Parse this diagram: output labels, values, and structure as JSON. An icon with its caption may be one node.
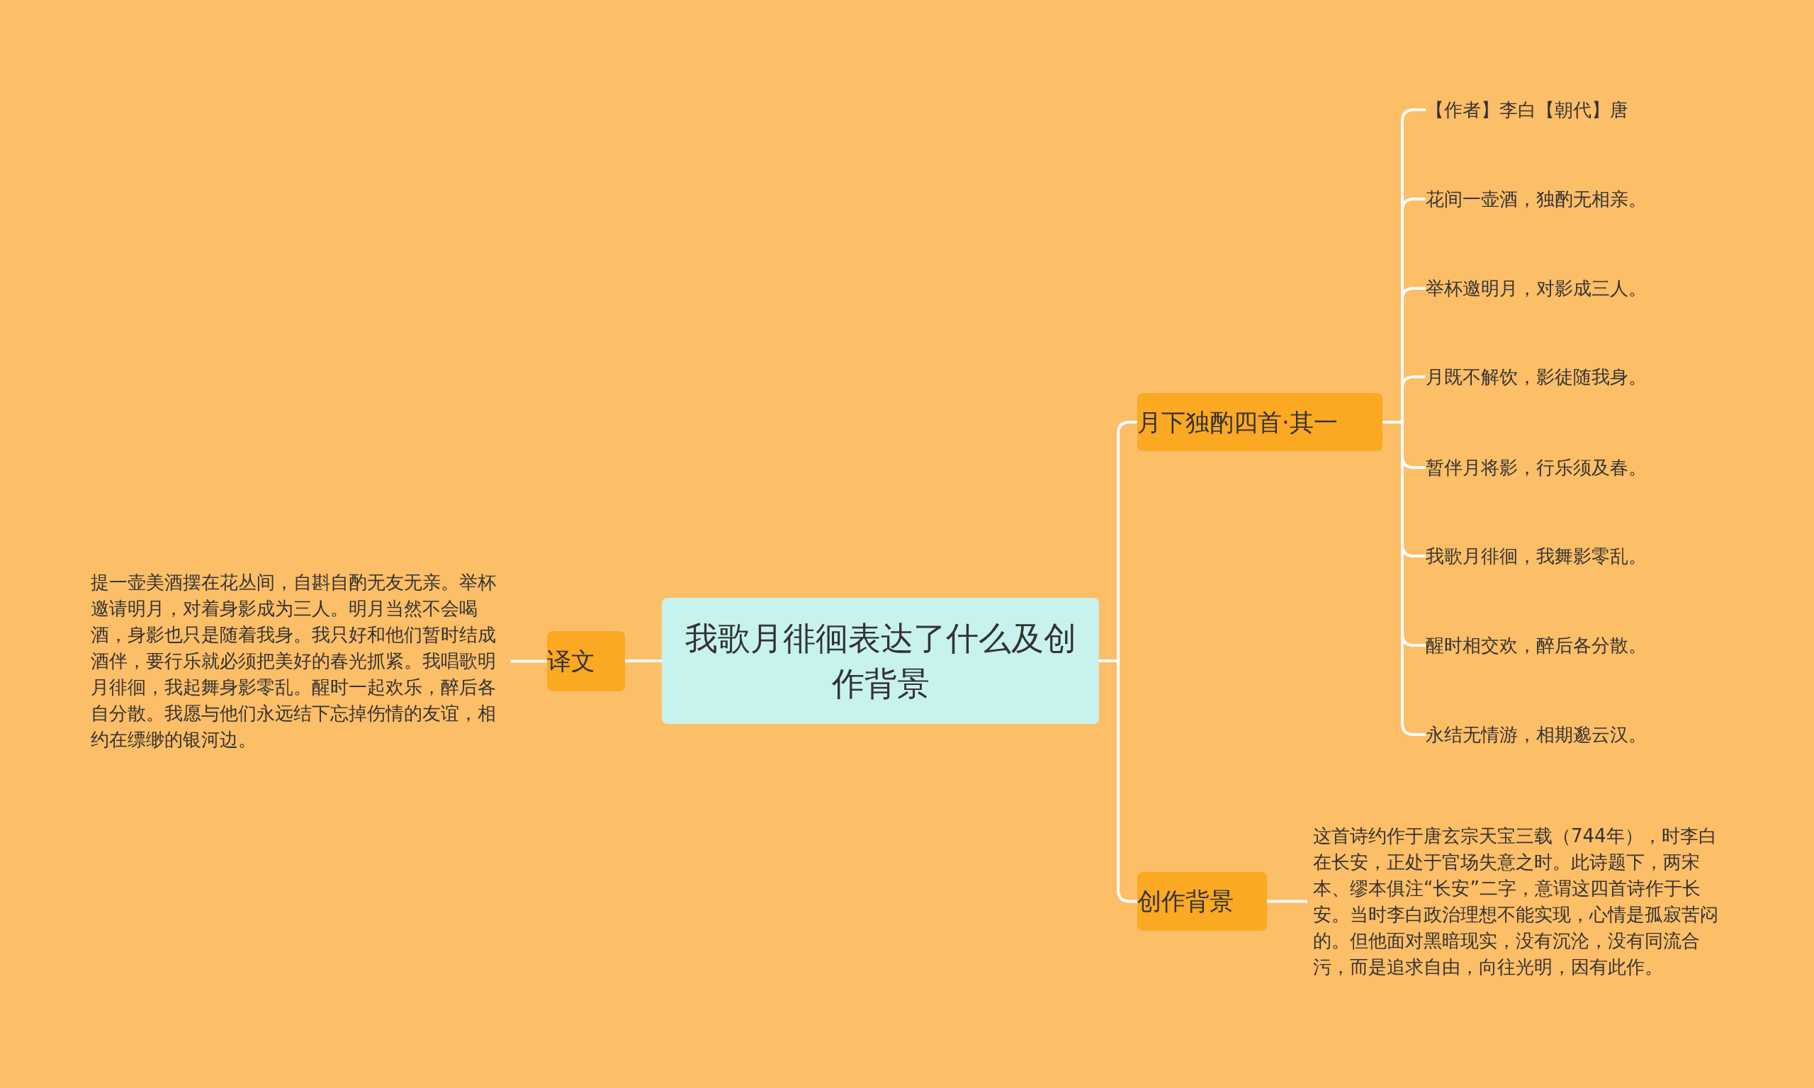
{
  "diagram": {
    "nodes": [
      {
        "text": [
          "我歌月徘徊表达了什么及创作背景"
        ]
      },
      {
        "text": [
          "译文"
        ]
      },
      {
        "text": [
          "提一壶美酒摆在花丛间，自斟自酌无友无亲。举杯邀请明月，对着身影成为三人。明月当然不会喝酒，身影也只是随着我身。我只好和他们暂时结成酒伴，要行乐就必须把美好的春光抓紧。我唱歌明月徘徊，我起舞身影零乱。醒时一起欢乐，醉后各自分散。我愿与他们永远结下忘掉伤情的友谊，相约在缥缈的银河边。"
        ]
      },
      {
        "text": [
          "月下独酌四首·其一"
        ]
      },
      {
        "text": [
          "【作者】李白【朝代】唐"
        ]
      },
      {
        "text": [
          "花间一壶酒，独酌无相亲。"
        ]
      },
      {
        "text": [
          "举杯邀明月，对影成三人。"
        ]
      },
      {
        "text": [
          "月既不解饮，影徒随我身。"
        ]
      },
      {
        "text": [
          "暂伴月将影，行乐须及春。"
        ]
      },
      {
        "text": [
          "我歌月徘徊，我舞影零乱。"
        ]
      },
      {
        "text": [
          "醒时相交欢，醉后各分散。"
        ]
      },
      {
        "text": [
          "永结无情游，相期邈云汉。"
        ]
      },
      {
        "text": [
          "创作背景"
        ]
      },
      {
        "text": [
          "这首诗约作于唐玄宗天宝三载（744年），时李白在长安，正处于官场失意之时。此诗题下，两宋本、缪本俱注“长安”二字，意谓这四首诗作于长安。当时李白政治理想不能实现，心情是孤寂苦闷的。但他面对黑暗现实，没有沉沦，没有同流合污，而是追求自由，向往光明，因有此作。"
        ]
      }
    ],
    "edges": [
      {
        "from": 0,
        "to": 1,
        "arrow": "none"
      },
      {
        "from": 1,
        "to": 2,
        "arrow": "none"
      },
      {
        "from": 0,
        "to": 3,
        "arrow": "none"
      },
      {
        "from": 3,
        "to": 4,
        "arrow": "none"
      },
      {
        "from": 3,
        "to": 5,
        "arrow": "none"
      },
      {
        "from": 3,
        "to": 6,
        "arrow": "none"
      },
      {
        "from": 3,
        "to": 7,
        "arrow": "none"
      },
      {
        "from": 3,
        "to": 8,
        "arrow": "none"
      },
      {
        "from": 3,
        "to": 9,
        "arrow": "none"
      },
      {
        "from": 3,
        "to": 10,
        "arrow": "none"
      },
      {
        "from": 3,
        "to": 11,
        "arrow": "none"
      },
      {
        "from": 0,
        "to": 12,
        "arrow": "none"
      },
      {
        "from": 12,
        "to": 13,
        "arrow": "none"
      }
    ]
  }
}
